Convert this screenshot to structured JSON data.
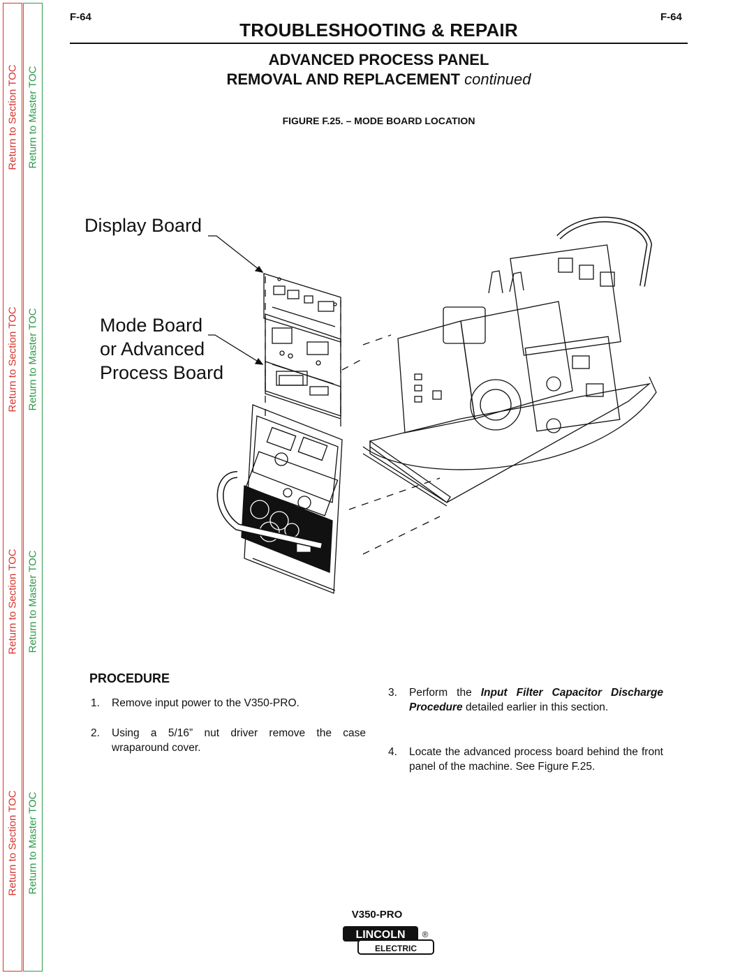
{
  "page": {
    "number_left": "F-64",
    "number_right": "F-64",
    "title": "TROUBLESHOOTING & REPAIR",
    "subtitle_1": "ADVANCED PROCESS PANEL",
    "subtitle_2_main": "REMOVAL AND REPLACEMENT",
    "subtitle_2_italic": "continued"
  },
  "toc": {
    "section_label": "Return to Section TOC",
    "master_label": "Return to Master TOC",
    "colors": {
      "section": "#d8342c",
      "master": "#2e9a4a"
    }
  },
  "figure": {
    "caption": "FIGURE F.25. – MODE BOARD LOCATION",
    "label_display": "Display Board",
    "label_mode_1": "Mode Board",
    "label_mode_2": "or Advanced",
    "label_mode_3": "Process Board"
  },
  "procedure": {
    "heading": "PROCEDURE",
    "steps": [
      {
        "n": "1.",
        "text": "Remove input power to the V350-PRO."
      },
      {
        "n": "2.",
        "text": "Using a 5/16” nut driver remove the case wraparound cover."
      },
      {
        "n": "3.",
        "pre": "Perform the ",
        "emph": "Input Filter Capacitor Discharge Procedure",
        "post": " detailed earlier in this section."
      },
      {
        "n": "4.",
        "text": "Locate the advanced process board behind the front panel of the machine.  See Figure F.25."
      }
    ]
  },
  "footer": {
    "model": "V350-PRO",
    "logo_top": "LINCOLN",
    "logo_bottom": "ELECTRIC",
    "logo_mark": "®"
  }
}
